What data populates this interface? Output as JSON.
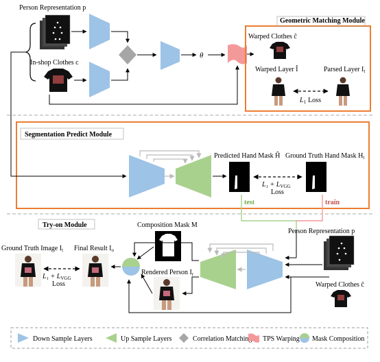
{
  "geometric_module": {
    "title": "Geometric Matching Module",
    "person_representation": "Person Representation p",
    "in_shop_clothes": "In-shop Clothes c",
    "theta": "θ",
    "warped_clothes": "Warped Clothes ĉ",
    "warped_layer": "Warped Layer Î",
    "parsed_layer": "Parsed Layer I",
    "parsed_layer_sub": "t",
    "loss": "L",
    "loss_sub": "1",
    "loss_word": "Loss"
  },
  "segmentation_module": {
    "title": "Segmentation Predict Module",
    "predicted_mask": "Predicted Hand Mask Ĥ",
    "ground_truth_mask": "Ground Truth Hand Mask H",
    "ground_truth_mask_sub": "t",
    "loss_expr": "L₁ + L",
    "loss_expr_sub": "VGG",
    "loss_word": "Loss",
    "test_label": "test",
    "train_label": "train"
  },
  "tryon_module": {
    "title": "Try-on Module",
    "composition_mask": "Composition Mask M",
    "rendered_person": "Rendered Person I",
    "rendered_person_sub": "r",
    "ground_truth_image": "Ground Truth Image I",
    "ground_truth_image_sub": "t",
    "final_result": "Final Result I",
    "final_result_sub": "o",
    "loss_expr": "L₁ + L",
    "loss_expr_sub": "VGG",
    "loss_word": "Loss",
    "person_representation": "Person Representation p",
    "warped_clothes": "Warped Clothes ĉ"
  },
  "legend": {
    "down": "Down Sample Layers",
    "up": "Up Sample Layers",
    "corr": "Correlation Matching",
    "tps": "TPS Warping",
    "mask": "Mask Composition"
  },
  "colors": {
    "down": "#9dc3e6",
    "up": "#a9d18e",
    "corr": "#a6a6a6",
    "tps": "#f4999a",
    "module_border": "#ed7d31",
    "test": "#70ad47",
    "train": "#c0504d"
  }
}
